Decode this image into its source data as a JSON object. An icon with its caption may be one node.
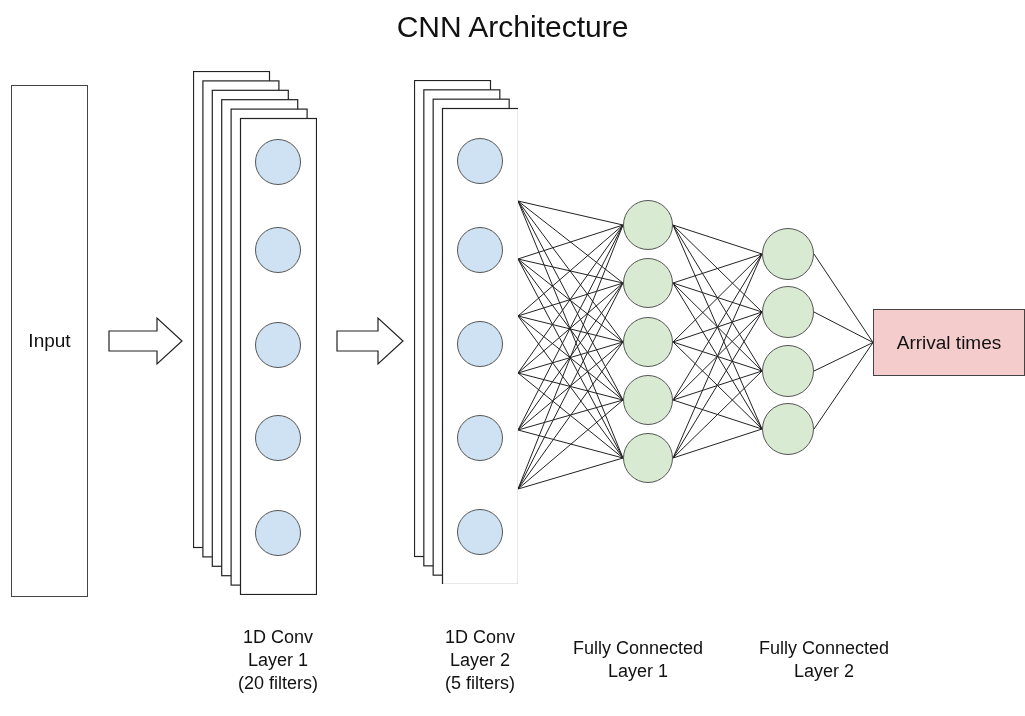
{
  "diagram": {
    "title": "CNN Architecture",
    "nodes": [
      {
        "text": [
          "Input"
        ]
      },
      {
        "text": [],
        "shape": "box"
      },
      {
        "text": [],
        "shape": "circle",
        "in": 1
      },
      {
        "text": [],
        "shape": "circle",
        "in": 1
      },
      {
        "text": [],
        "shape": "circle",
        "in": 1
      },
      {
        "text": [],
        "shape": "circle",
        "in": 1
      },
      {
        "text": [],
        "shape": "circle",
        "in": 1
      },
      {
        "text": [],
        "shape": "box"
      },
      {
        "text": [],
        "shape": "circle",
        "in": 7
      },
      {
        "text": [],
        "shape": "circle",
        "in": 7
      },
      {
        "text": [],
        "shape": "circle",
        "in": 7
      },
      {
        "text": [],
        "shape": "circle",
        "in": 7
      },
      {
        "text": [],
        "shape": "circle",
        "in": 7
      },
      {
        "text": [],
        "shape": "circle"
      },
      {
        "text": [],
        "shape": "circle"
      },
      {
        "text": [],
        "shape": "circle"
      },
      {
        "text": [],
        "shape": "circle"
      },
      {
        "text": [],
        "shape": "circle"
      },
      {
        "text": [],
        "shape": "circle"
      },
      {
        "text": [],
        "shape": "circle"
      },
      {
        "text": [],
        "shape": "circle"
      },
      {
        "text": [],
        "shape": "circle"
      },
      {
        "text": [
          "Arrival times"
        ]
      }
    ],
    "edges": [
      {
        "from": 0,
        "to": 1,
        "arrow": "to"
      },
      {
        "from": 1,
        "to": 7,
        "arrow": "to"
      },
      {
        "from": 7,
        "to": 13,
        "arrow": "none"
      },
      {
        "from": 7,
        "to": 14,
        "arrow": "none"
      },
      {
        "from": 7,
        "to": 15,
        "arrow": "none"
      },
      {
        "from": 7,
        "to": 16,
        "arrow": "none"
      },
      {
        "from": 7,
        "to": 17,
        "arrow": "none"
      },
      {
        "from": 7,
        "to": 13,
        "arrow": "none"
      },
      {
        "from": 7,
        "to": 14,
        "arrow": "none"
      },
      {
        "from": 7,
        "to": 15,
        "arrow": "none"
      },
      {
        "from": 7,
        "to": 16,
        "arrow": "none"
      },
      {
        "from": 7,
        "to": 17,
        "arrow": "none"
      },
      {
        "from": 7,
        "to": 13,
        "arrow": "none"
      },
      {
        "from": 7,
        "to": 14,
        "arrow": "none"
      },
      {
        "from": 7,
        "to": 15,
        "arrow": "none"
      },
      {
        "from": 7,
        "to": 16,
        "arrow": "none"
      },
      {
        "from": 7,
        "to": 17,
        "arrow": "none"
      },
      {
        "from": 7,
        "to": 13,
        "arrow": "none"
      },
      {
        "from": 7,
        "to": 14,
        "arrow": "none"
      },
      {
        "from": 7,
        "to": 15,
        "arrow": "none"
      },
      {
        "from": 7,
        "to": 16,
        "arrow": "none"
      },
      {
        "from": 7,
        "to": 17,
        "arrow": "none"
      },
      {
        "from": 7,
        "to": 13,
        "arrow": "none"
      },
      {
        "from": 7,
        "to": 14,
        "arrow": "none"
      },
      {
        "from": 7,
        "to": 15,
        "arrow": "none"
      },
      {
        "from": 7,
        "to": 16,
        "arrow": "none"
      },
      {
        "from": 7,
        "to": 17,
        "arrow": "none"
      },
      {
        "from": 7,
        "to": 13,
        "arrow": "none"
      },
      {
        "from": 7,
        "to": 14,
        "arrow": "none"
      },
      {
        "from": 7,
        "to": 15,
        "arrow": "none"
      },
      {
        "from": 7,
        "to": 16,
        "arrow": "none"
      },
      {
        "from": 7,
        "to": 17,
        "arrow": "none"
      },
      {
        "from": 13,
        "to": 18,
        "arrow": "none"
      },
      {
        "from": 13,
        "to": 19,
        "arrow": "none"
      },
      {
        "from": 13,
        "to": 20,
        "arrow": "none"
      },
      {
        "from": 13,
        "to": 21,
        "arrow": "none"
      },
      {
        "from": 14,
        "to": 18,
        "arrow": "none"
      },
      {
        "from": 14,
        "to": 19,
        "arrow": "none"
      },
      {
        "from": 14,
        "to": 20,
        "arrow": "none"
      },
      {
        "from": 14,
        "to": 21,
        "arrow": "none"
      },
      {
        "from": 15,
        "to": 18,
        "arrow": "none"
      },
      {
        "from": 15,
        "to": 19,
        "arrow": "none"
      },
      {
        "from": 15,
        "to": 20,
        "arrow": "none"
      },
      {
        "from": 15,
        "to": 21,
        "arrow": "none"
      },
      {
        "from": 16,
        "to": 18,
        "arrow": "none"
      },
      {
        "from": 16,
        "to": 19,
        "arrow": "none"
      },
      {
        "from": 16,
        "to": 20,
        "arrow": "none"
      },
      {
        "from": 16,
        "to": 21,
        "arrow": "none"
      },
      {
        "from": 17,
        "to": 18,
        "arrow": "none"
      },
      {
        "from": 17,
        "to": 19,
        "arrow": "none"
      },
      {
        "from": 17,
        "to": 20,
        "arrow": "none"
      },
      {
        "from": 17,
        "to": 21,
        "arrow": "none"
      },
      {
        "from": 18,
        "to": 22,
        "arrow": "none"
      },
      {
        "from": 19,
        "to": 22,
        "arrow": "none"
      },
      {
        "from": 20,
        "to": 22,
        "arrow": "none"
      },
      {
        "from": 21,
        "to": 22,
        "arrow": "none"
      }
    ],
    "labels": [
      "1D Conv Layer 1 (20 filters)",
      "1D Conv Layer 2 (5 filters)",
      "Fully Connected Layer 1",
      "Fully Connected Layer 2"
    ]
  }
}
